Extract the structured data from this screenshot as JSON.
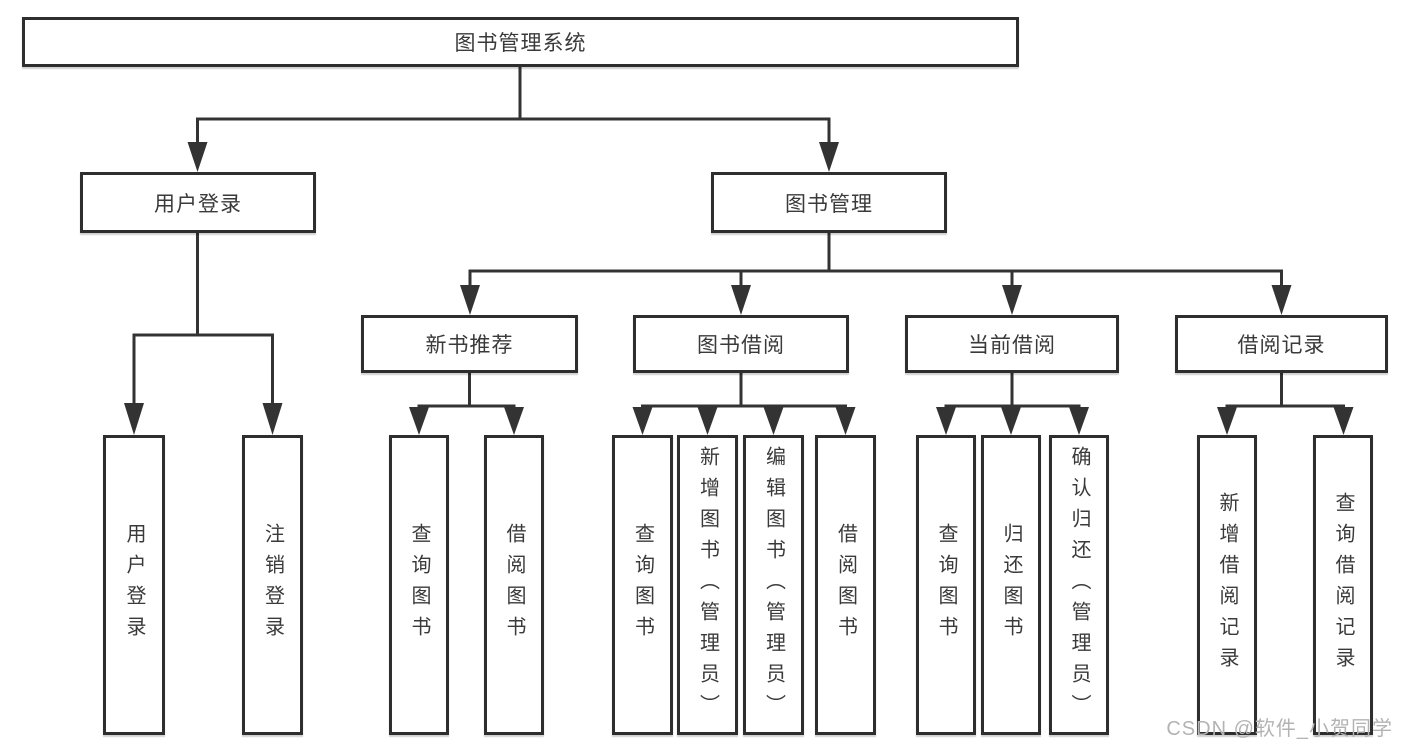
{
  "diagram_title": "图书管理系统",
  "colors": {
    "line": "#333333",
    "box_border": "#2e2e2e",
    "text": "#3a3a3a",
    "background": "#ffffff",
    "watermark": "#b3b3b3"
  },
  "watermark": {
    "text": "CSDN @软件_小贺同学"
  },
  "tree": {
    "root": {
      "label": "图书管理系统"
    },
    "level2": [
      {
        "label": "用户登录"
      },
      {
        "label": "图书管理"
      }
    ],
    "level3": [
      {
        "label": "新书推荐",
        "parent": "图书管理"
      },
      {
        "label": "图书借阅",
        "parent": "图书管理"
      },
      {
        "label": "当前借阅",
        "parent": "图书管理"
      },
      {
        "label": "借阅记录",
        "parent": "图书管理"
      }
    ],
    "leaves": [
      {
        "label": "用户登录",
        "parent": "用户登录"
      },
      {
        "label": "注销登录",
        "parent": "用户登录"
      },
      {
        "label": "查询图书",
        "parent": "新书推荐"
      },
      {
        "label": "借阅图书",
        "parent": "新书推荐"
      },
      {
        "label": "查询图书",
        "parent": "图书借阅"
      },
      {
        "label": "新增图书（管理员）",
        "parent": "图书借阅"
      },
      {
        "label": "编辑图书（管理员）",
        "parent": "图书借阅"
      },
      {
        "label": "借阅图书",
        "parent": "图书借阅"
      },
      {
        "label": "查询图书",
        "parent": "当前借阅"
      },
      {
        "label": "归还图书",
        "parent": "当前借阅"
      },
      {
        "label": "确认归还（管理员）",
        "parent": "当前借阅"
      },
      {
        "label": "新增借阅记录",
        "parent": "借阅记录"
      },
      {
        "label": "查询借阅记录",
        "parent": "借阅记录"
      }
    ]
  }
}
